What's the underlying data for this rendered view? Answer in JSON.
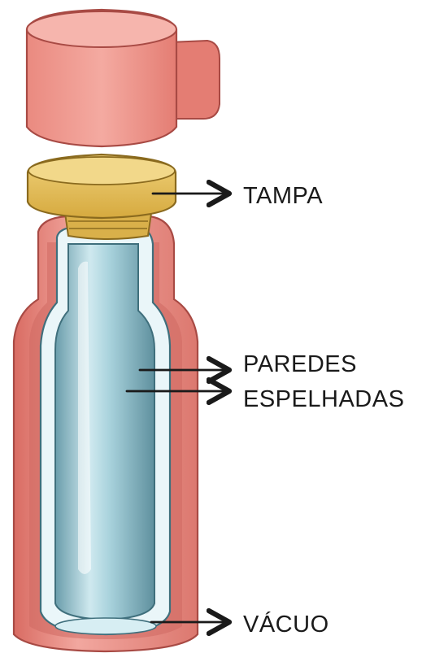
{
  "labels": {
    "lid": "TAMPA",
    "walls_line1": "PAREDES",
    "walls_line2": "ESPELHADAS",
    "vacuum": "VÁCUO"
  },
  "colors": {
    "outer_casing": "#e68a80",
    "outer_casing_dark": "#c85f58",
    "cap": "#e9857b",
    "stopper": "#e7c25f",
    "stopper_dark": "#b88f2c",
    "glass": "#a9d3de",
    "glass_light": "#e6f4f7",
    "glass_dark": "#5c8f9d",
    "arrow": "#1a1a1a"
  }
}
